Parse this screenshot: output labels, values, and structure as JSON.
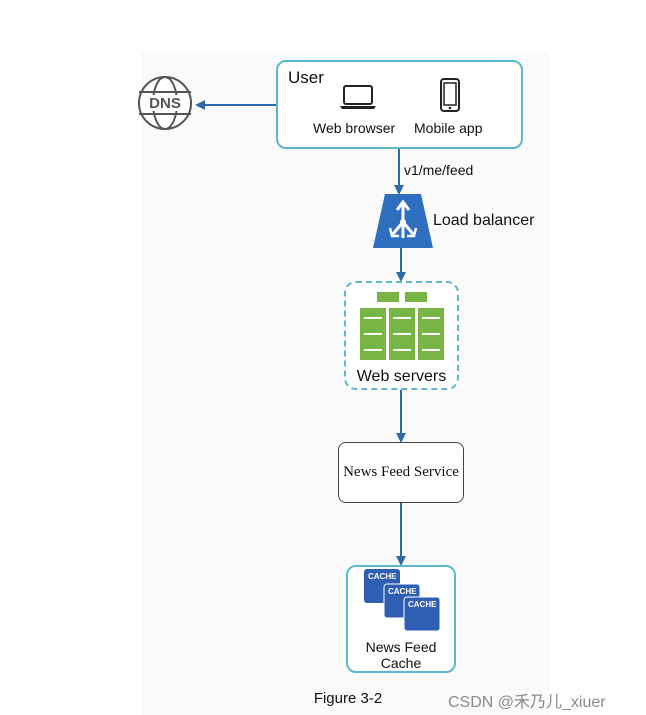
{
  "diagram": {
    "dns_label": "DNS",
    "user": {
      "title": "User",
      "clients": [
        {
          "label": "Web browser",
          "icon": "laptop-icon"
        },
        {
          "label": "Mobile app",
          "icon": "smartphone-icon"
        }
      ]
    },
    "route_label": "v1/me/feed",
    "load_balancer_label": "Load balancer",
    "web_servers_label": "Web servers",
    "news_feed_service_label": "News Feed Service",
    "cache": {
      "tile_label": "CACHE",
      "label_line1": "News Feed",
      "label_line2": "Cache"
    },
    "caption": "Figure 3-2",
    "watermark": "CSDN @禾乃儿_xiuer",
    "colors": {
      "accent_border": "#5bb8d0",
      "arrow": "#2e6aa8",
      "load_balancer": "#2f6fc0",
      "servers": "#77b544",
      "cache_tiles": "#2f5fb5"
    }
  }
}
